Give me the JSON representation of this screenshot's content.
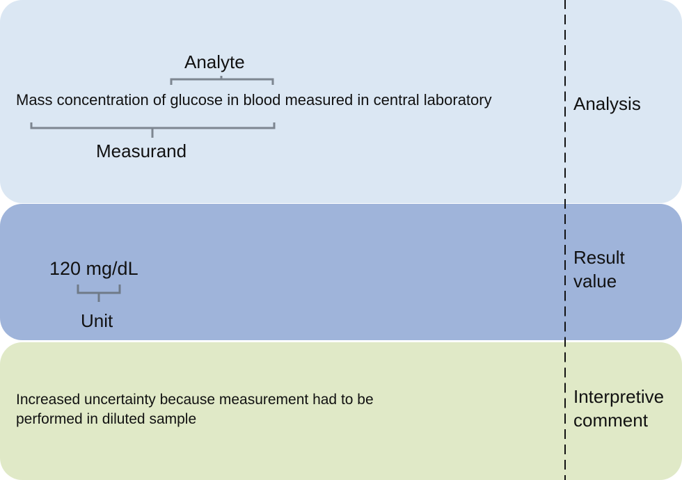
{
  "sections": {
    "analysis": {
      "label": "Analysis",
      "sentence": "Mass concentration of glucose in blood measured in central laboratory",
      "annotations": {
        "analyte": "Analyte",
        "measurand": "Measurand"
      },
      "color": "#dbe7f3"
    },
    "result": {
      "label_line1": "Result",
      "label_line2": "value",
      "value": "120 mg/dL",
      "annotations": {
        "unit": "Unit"
      },
      "color": "#9fb4da"
    },
    "comment": {
      "label_line1": "Interpretive",
      "label_line2": "comment",
      "text_line1": "Increased uncertainty because measurement had to be",
      "text_line2": "performed in diluted sample",
      "color": "#e0e9c7"
    }
  },
  "brace_color": "#7d8690",
  "divider_color": "#111111"
}
